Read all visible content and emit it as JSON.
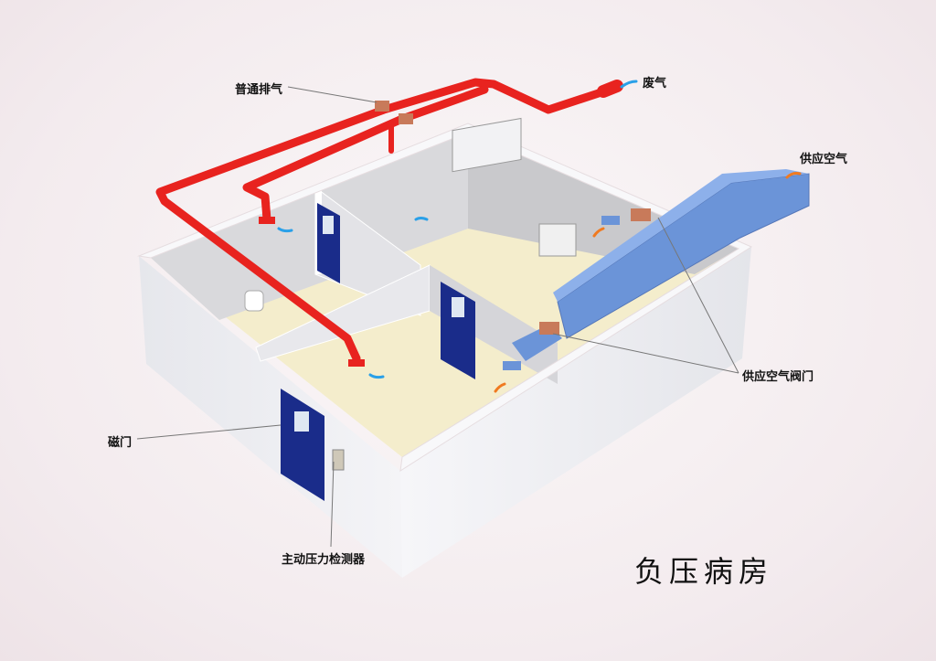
{
  "title": "负压病房",
  "labels": {
    "normal_exhaust": "普通排气",
    "waste_gas": "废气",
    "supply_air": "供应空气",
    "supply_air_valve": "供应空气阀门",
    "magnetic_door": "磁门",
    "pressure_detector": "主动压力检测器"
  },
  "colors": {
    "exhaust_pipe": "#e8231f",
    "supply_duct": "#6b94d8",
    "door": "#1a2c8a",
    "floor": "#f4edcc",
    "wall": "#eceef2"
  }
}
